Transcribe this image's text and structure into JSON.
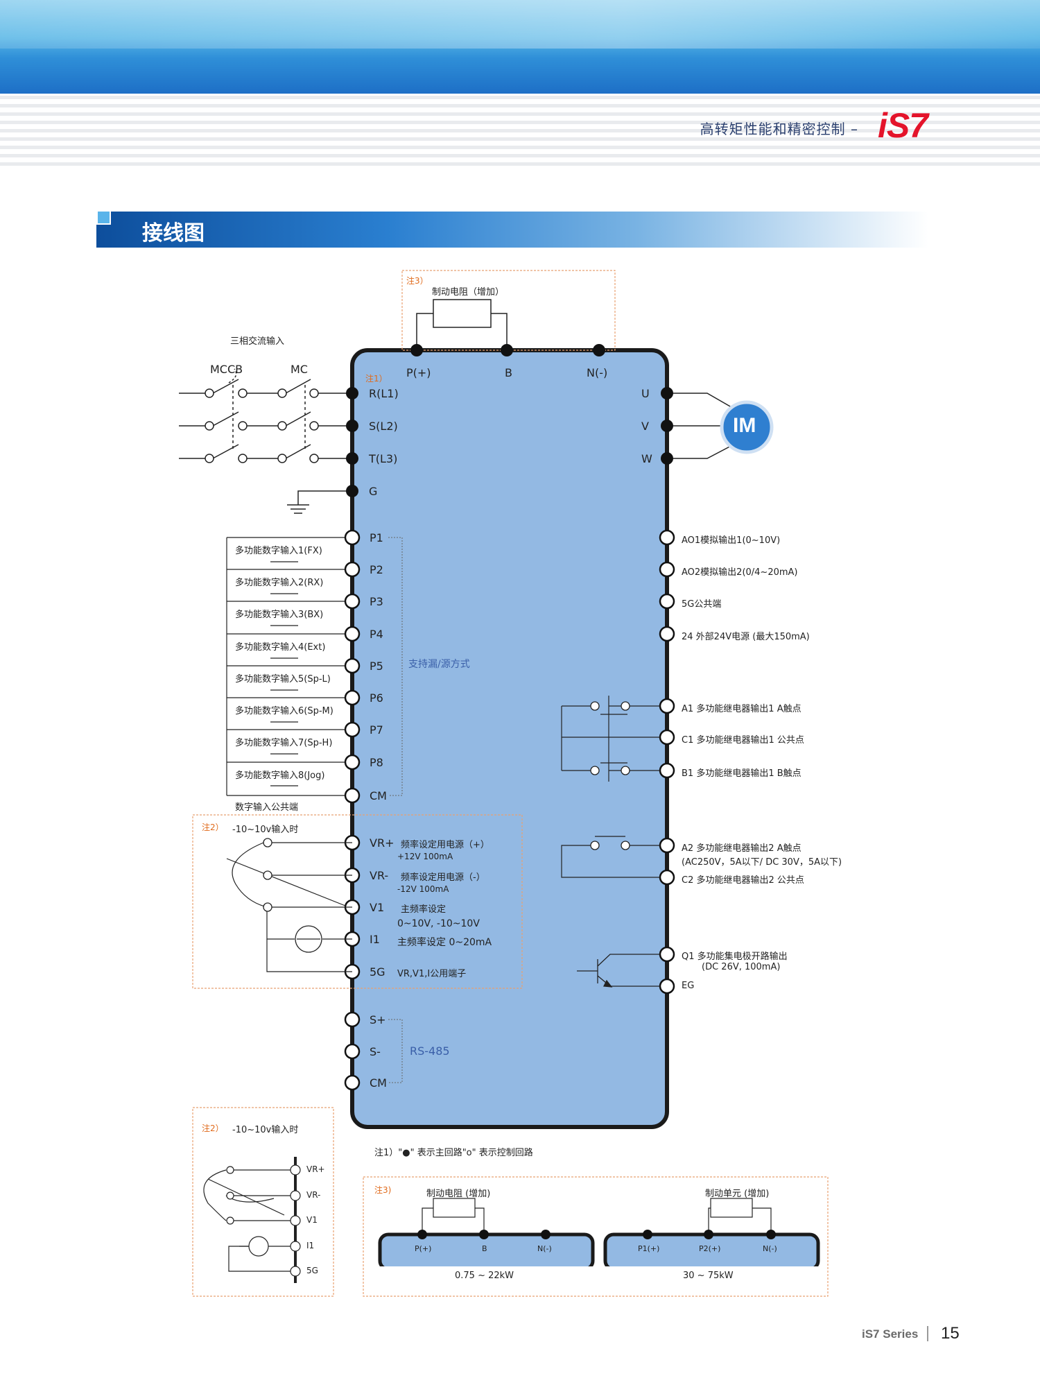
{
  "header": {
    "tagline": "高转矩性能和精密控制 –",
    "brand": "iS7"
  },
  "section_title": "接线图",
  "power_input": {
    "title": "三相交流输入",
    "mccb": "MCCB",
    "mc": "MC"
  },
  "brake_top": {
    "note": "注3）",
    "resistor": "制动电阻（增加）",
    "terminals": [
      "P(+)",
      "B",
      "N(-)"
    ]
  },
  "note1_tag": "注1）",
  "main_terminals": [
    "R(L1)",
    "S(L2)",
    "T(L3)",
    "G"
  ],
  "motor": {
    "terminals": [
      "U",
      "V",
      "W"
    ],
    "label": "IM"
  },
  "digital_inputs": {
    "terminals": [
      "P1",
      "P2",
      "P3",
      "P4",
      "P5",
      "P6",
      "P7",
      "P8",
      "CM"
    ],
    "labels": [
      "多功能数字输入1(FX)",
      "多功能数字输入2(RX)",
      "多功能数字输入3(BX)",
      "多功能数字输入4(Ext)",
      "多功能数字输入5(Sp-L)",
      "多功能数字输入6(Sp-M)",
      "多功能数字输入7(Sp-H)",
      "多功能数字输入8(Jog)"
    ],
    "common": "数字输入公共端",
    "mode": "支持漏/源方式"
  },
  "analog_in": {
    "note": "注2）",
    "title": "-10~10v输入时",
    "terminals": [
      "VR+",
      "VR-",
      "V1",
      "I1",
      "5G"
    ],
    "vr_plus": "频率设定用电源（+）",
    "vr_plus_sub": "+12V 100mA",
    "vr_minus": "频率设定用电源（-）",
    "vr_minus_sub": "-12V 100mA",
    "v1": "主频率设定",
    "v1_sub": "0~10V, -10~10V",
    "i1": "主频率设定 0~20mA",
    "g5": "VR,V1,I公用端子"
  },
  "rs485": {
    "terminals": [
      "S+",
      "S-",
      "CM"
    ],
    "label": "RS-485"
  },
  "outputs": {
    "ao1": "AO1模拟输出1(0~10V)",
    "ao2": "AO2模拟输出2(0/4~20mA)",
    "g5": "5G公共端",
    "p24": "24 外部24V电源 (最大150mA)",
    "a1": "A1 多功能继电器输出1  A触点",
    "c1": "C1 多功能继电器输出1 公共点",
    "b1": "B1 多功能继电器输出1 B触点",
    "a2": "A2 多功能继电器输出2 A触点",
    "a2_sub": "(AC250V，5A以下/ DC 30V，5A以下)",
    "c2": "C2 多功能继电器输出2 公共点",
    "q1": "Q1  多功能集电极开路输出",
    "q1_sub": "(DC 26V, 100mA)",
    "eg": "EG"
  },
  "note1_text": "注1）\"●\" 表示主回路\"o\" 表示控制回路",
  "note2_box": {
    "tag": "注2）",
    "title": "-10~10v输入时",
    "terminals": [
      "VR+",
      "VR-",
      "V1",
      "I1",
      "5G"
    ]
  },
  "note3_box": {
    "tag": "注3)",
    "left": {
      "resistor": "制动电阻 (增加)",
      "terminals": [
        "P(+)",
        "B",
        "N(-)"
      ],
      "range": "0.75 ~ 22kW"
    },
    "right": {
      "unit": "制动单元 (增加)",
      "terminals": [
        "P1(+)",
        "P2(+)",
        "N(-)"
      ],
      "range": "30 ~ 75kW"
    }
  },
  "footer": {
    "series": "iS7 Series",
    "page": "15"
  },
  "colors": {
    "panel": "#93b9e3",
    "panel_border": "#1a1a1a",
    "accent": "#e4142b",
    "motor": "#2f7fd0"
  }
}
